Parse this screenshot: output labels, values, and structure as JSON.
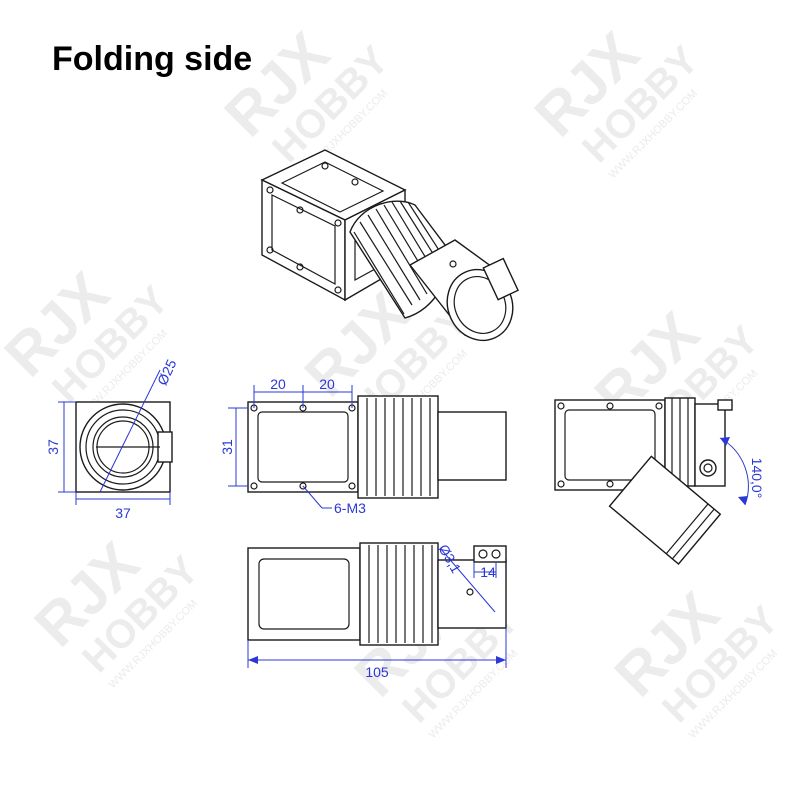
{
  "title": "Folding side",
  "watermark": {
    "brand": "RJX",
    "sub": "HOBBY",
    "url": "WWW.RJXHOBBY.COM"
  },
  "dimensions": {
    "diameter_tube": "Ø25",
    "side_height": "37",
    "side_width": "37",
    "hole_spacing_left": "20",
    "hole_spacing_right": "20",
    "plate_height": "31",
    "screw_spec": "6-M3",
    "fold_angle": "140,0°",
    "hole_diameter": "Ø3,1",
    "hole_offset": "14",
    "total_length": "105"
  },
  "colors": {
    "line": "#1a1a1a",
    "dimension": "#2b38d6"
  }
}
